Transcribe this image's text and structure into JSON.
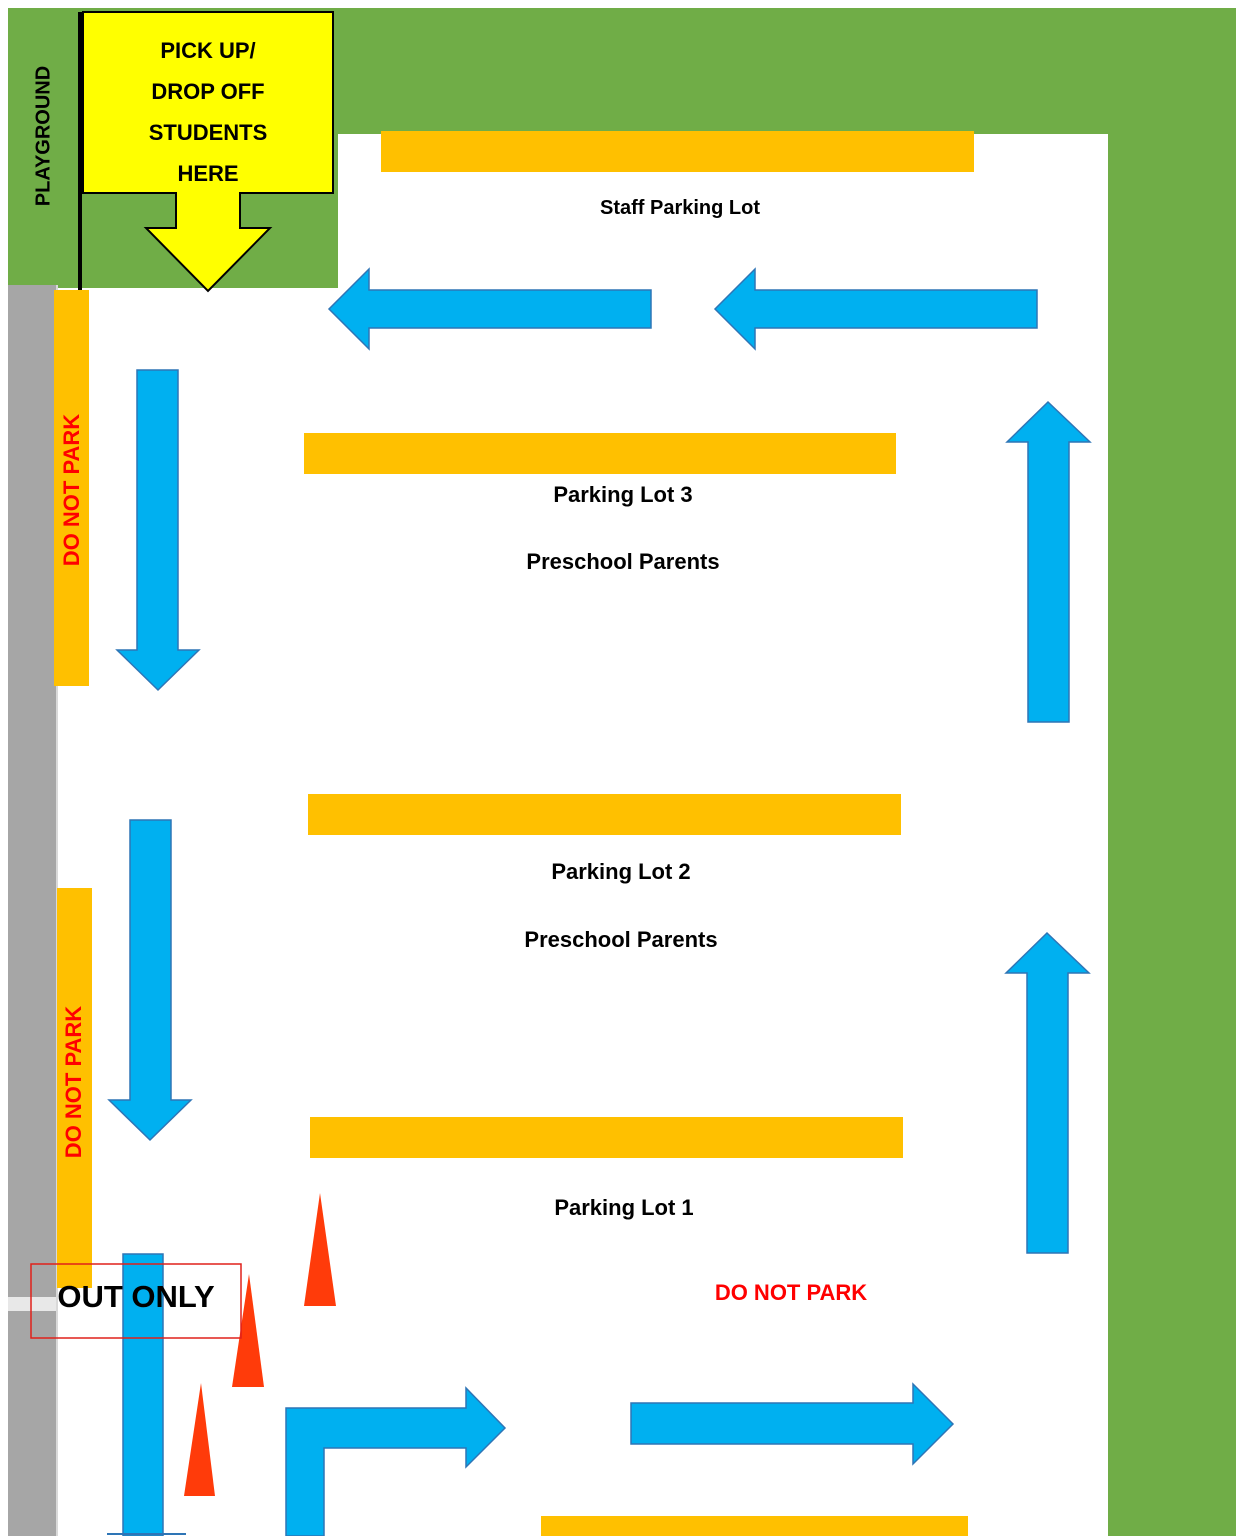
{
  "pickup_sign": {
    "lines": [
      "PICK UP/",
      "DROP OFF",
      "STUDENTS",
      "HERE"
    ]
  },
  "playground_label": "PLAYGROUND",
  "lots": {
    "staff": "Staff Parking Lot",
    "lot3": "Parking Lot 3",
    "lot3_sub": "Preschool Parents",
    "lot2": "Parking Lot 2",
    "lot2_sub": "Preschool Parents",
    "lot1": "Parking Lot 1"
  },
  "warnings": {
    "do_not_park_left_top": "DO NOT PARK",
    "do_not_park_left_bottom": "DO NOT PARK",
    "do_not_park_center": "DO NOT PARK"
  },
  "exit_sign": "OUT ONLY",
  "colors": {
    "grass": "#70ad47",
    "curb": "#a6a6a6",
    "parking_bar": "#ffc000",
    "arrow": "#00b0f0",
    "cone": "#ff3b0a",
    "sign": "#ffff00",
    "warning": "#ff0000"
  }
}
